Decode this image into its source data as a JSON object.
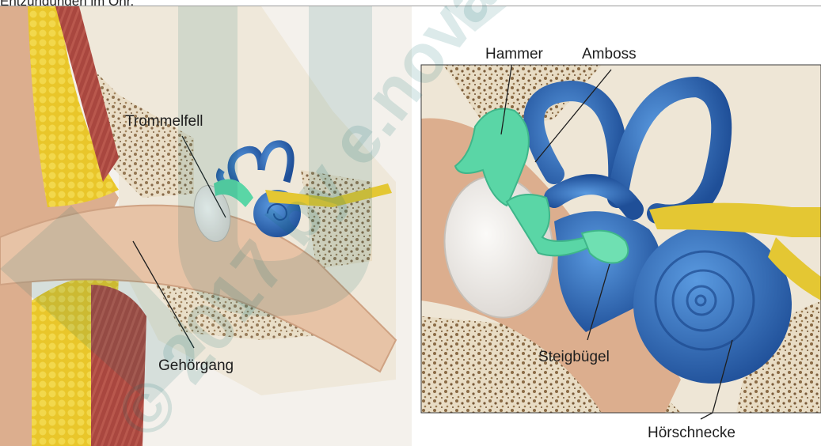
{
  "caption": "Entzündungen im Ohr.",
  "labels": {
    "trommelfell": "Trommelfell",
    "gehoergang": "Gehörgang",
    "hammer": "Hammer",
    "amboss": "Amboss",
    "steigbuegel": "Steigbügel",
    "hoerschnecke": "Hörschnecke"
  },
  "watermark": {
    "text": "© 2017 by e.nova",
    "big_letter": "U"
  },
  "colors": {
    "bone": "#efe8da",
    "bone_pore": "#8a6a44",
    "skin": "#dcae8e",
    "canal": "#e7c3a6",
    "cartilage_fat": "#e7c52a",
    "muscle": "#a9473f",
    "inner_ear_blue": "#2f6fb8",
    "ossicle_green": "#5ad6a6",
    "nerve_yellow": "#e4c733",
    "eardrum": "#ece9e6",
    "watermark_teal": "#0e6f6f"
  }
}
